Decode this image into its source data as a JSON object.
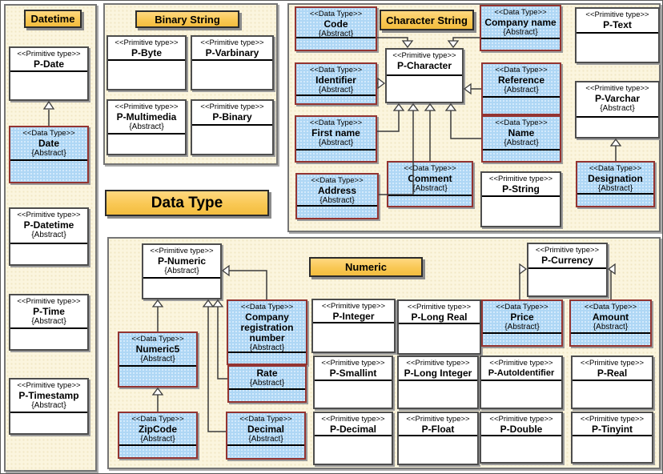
{
  "diagram_title": "Data Type",
  "groups": {
    "datetime": {
      "title": "Datetime"
    },
    "binary_string": {
      "title": "Binary String"
    },
    "character_string": {
      "title": "Character String"
    },
    "numeric": {
      "title": "Numeric"
    }
  },
  "boxes": {
    "p_date": {
      "stereotype": "<<Primitive type>>",
      "name": "P-Date"
    },
    "date": {
      "stereotype": "<<Data Type>>",
      "name": "Date",
      "abstract": "{Abstract}"
    },
    "p_datetime": {
      "stereotype": "<<Primitive type>>",
      "name": "P-Datetime",
      "abstract": "{Abstract}"
    },
    "p_time": {
      "stereotype": "<<Primitive type>>",
      "name": "P-Time",
      "abstract": "{Abstract}"
    },
    "p_timestamp": {
      "stereotype": "<<Primitive type>>",
      "name": "P-Timestamp",
      "abstract": "{Abstract}"
    },
    "p_byte": {
      "stereotype": "<<Primitive type>>",
      "name": "P-Byte"
    },
    "p_varbinary": {
      "stereotype": "<<Primitive type>>",
      "name": "P-Varbinary"
    },
    "p_multimedia": {
      "stereotype": "<<Primitive type>>",
      "name": "P-Multimedia",
      "abstract": "{Abstract}"
    },
    "p_binary": {
      "stereotype": "<<Primitive type>>",
      "name": "P-Binary"
    },
    "code": {
      "stereotype": "<<Data Type>>",
      "name": "Code",
      "abstract": "{Abstract}"
    },
    "company_name": {
      "stereotype": "<<Data Type>>",
      "name": "Company name",
      "abstract": "{Abstract}"
    },
    "p_text": {
      "stereotype": "<<Primitive type>>",
      "name": "P-Text"
    },
    "p_character": {
      "stereotype": "<<Primitive type>>",
      "name": "P-Character"
    },
    "identifier": {
      "stereotype": "<<Data Type>>",
      "name": "Identifier",
      "abstract": "{Abstract}"
    },
    "reference": {
      "stereotype": "<<Data Type>>",
      "name": "Reference",
      "abstract": "{Abstract}"
    },
    "first_name": {
      "stereotype": "<<Data Type>>",
      "name": "First name",
      "abstract": "{Abstract}"
    },
    "name": {
      "stereotype": "<<Data Type>>",
      "name": "Name",
      "abstract": "{Abstract}"
    },
    "p_varchar": {
      "stereotype": "<<Primitive type>>",
      "name": "P-Varchar",
      "abstract": "{Abstract}"
    },
    "address": {
      "stereotype": "<<Data Type>>",
      "name": "Address",
      "abstract": "{Abstract}"
    },
    "comment": {
      "stereotype": "<<Data Type>>",
      "name": "Comment",
      "abstract": "{Abstract}"
    },
    "p_string": {
      "stereotype": "<<Primitive type>>",
      "name": "P-String"
    },
    "designation": {
      "stereotype": "<<Data Type>>",
      "name": "Designation",
      "abstract": "{Abstract}"
    },
    "p_numeric": {
      "stereotype": "<<Primitive type>>",
      "name": "P-Numeric",
      "abstract": "{Abstract}"
    },
    "p_currency": {
      "stereotype": "<<Primitive type>>",
      "name": "P-Currency"
    },
    "company_registration_number": {
      "stereotype": "<<Data Type>>",
      "name": "Company registration number",
      "abstract": "{Abstract}"
    },
    "rate": {
      "name": "Rate",
      "abstract": "{Abstract}"
    },
    "numeric5": {
      "stereotype": "<<Data Type>>",
      "name": "Numeric5",
      "abstract": "{Abstract}"
    },
    "zipcode": {
      "stereotype": "<<Data Type>>",
      "name": "ZipCode",
      "abstract": "{Abstract}"
    },
    "decimal": {
      "stereotype": "<<Data Type>>",
      "name": "Decimal",
      "abstract": "{Abstract}"
    },
    "p_integer": {
      "stereotype": "<<Primitive type>>",
      "name": "P-Integer"
    },
    "p_long_real": {
      "stereotype": "<<Primitive type>>",
      "name": "P-Long Real"
    },
    "price": {
      "stereotype": "<<Data Type>>",
      "name": "Price",
      "abstract": "{Abstract}"
    },
    "amount": {
      "stereotype": "<<Data Type>>",
      "name": "Amount",
      "abstract": "{Abstract}"
    },
    "p_smallint": {
      "stereotype": "<<Primitive type>>",
      "name": "P-Smallint"
    },
    "p_long_integer": {
      "stereotype": "<<Primitive type>>",
      "name": "P-Long Integer"
    },
    "p_autoidentifier": {
      "stereotype": "<<Primitive type>>",
      "name": "P-AutoIdentifier"
    },
    "p_real": {
      "stereotype": "<<Primitive type>>",
      "name": "P-Real"
    },
    "p_decimal": {
      "stereotype": "<<Primitive type>>",
      "name": "P-Decimal"
    },
    "p_float": {
      "stereotype": "<<Primitive type>>",
      "name": "P-Float"
    },
    "p_double": {
      "stereotype": "<<Primitive type>>",
      "name": "P-Double"
    },
    "p_tinyint": {
      "stereotype": "<<Primitive type>>",
      "name": "P-Tinyint"
    }
  },
  "colors": {
    "group_background": "#FBF5DE",
    "title_fill": "#F9C854",
    "datatype_fill": "#AFD7F5",
    "datatype_border": "#943431",
    "primitive_fill": "#FFFFFF",
    "connector": "#3A3A3A"
  }
}
